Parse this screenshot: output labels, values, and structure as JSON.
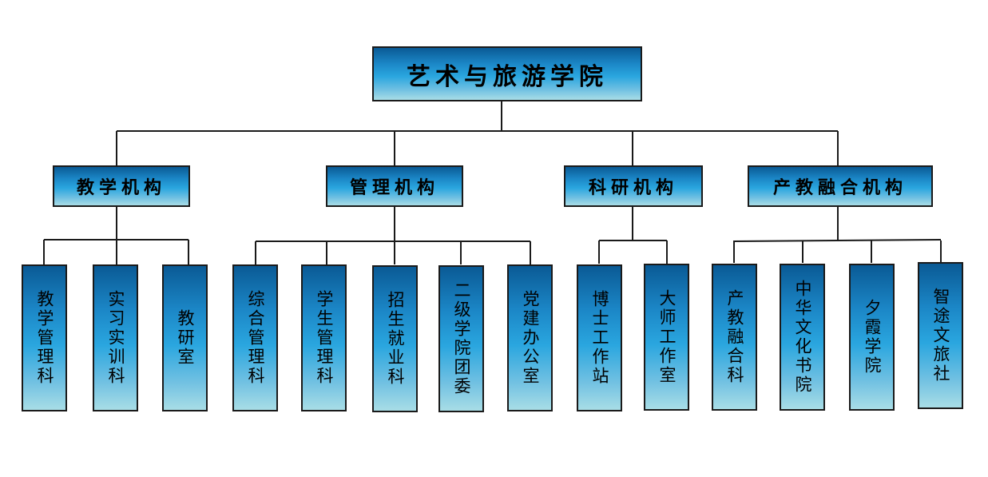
{
  "root": {
    "label": "艺术与旅游学院"
  },
  "departments": [
    {
      "label": "教学机构",
      "units": [
        "教学管理科",
        "实习实训科",
        "教研室"
      ]
    },
    {
      "label": "管理机构",
      "units": [
        "综合管理科",
        "学生管理科",
        "招生就业科",
        "二级学院团委",
        "党建办公室"
      ]
    },
    {
      "label": "科研机构",
      "units": [
        "博士工作站",
        "大师工作室"
      ]
    },
    {
      "label": "产教融合机构",
      "units": [
        "产教融合科",
        "中华文化书院",
        "夕霞学院",
        "智途文旅社"
      ]
    }
  ],
  "colors": {
    "box_top": "#0a5a95",
    "box_mid": "#2aa6df",
    "box_bottom": "#a8dde6",
    "border": "#1a1a1a",
    "connector": "#1a1a1a"
  }
}
